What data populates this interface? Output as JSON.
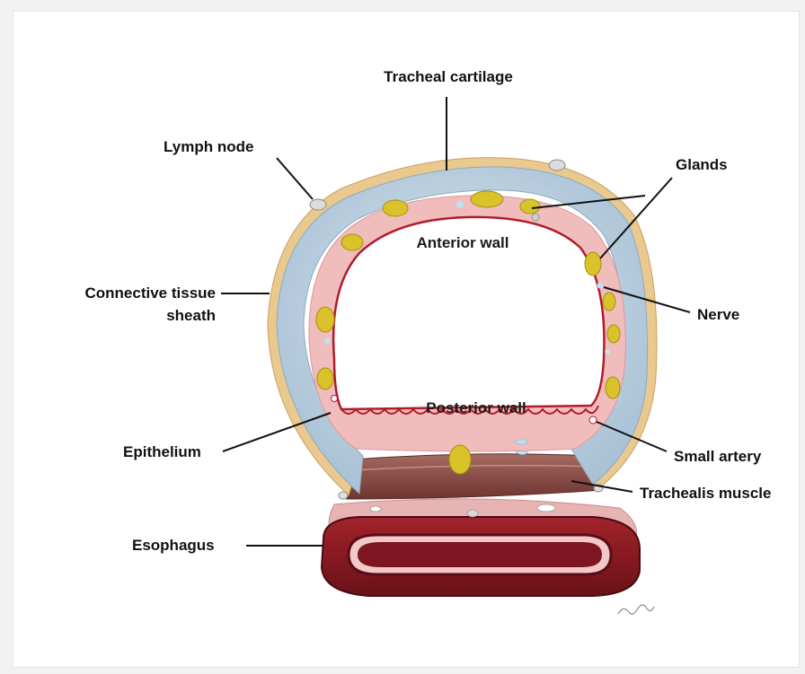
{
  "labels": {
    "tracheal_cartilage": "Tracheal cartilage",
    "lymph_node": "Lymph node",
    "glands": "Glands",
    "connective_tissue_line1": "Connective tissue",
    "connective_tissue_line2": "sheath",
    "nerve": "Nerve",
    "anterior_wall": "Anterior wall",
    "posterior_wall": "Posterior wall",
    "epithelium": "Epithelium",
    "small_artery": "Small artery",
    "trachealis_muscle": "Trachealis muscle",
    "esophagus": "Esophagus"
  },
  "colors": {
    "background": "#f2f2f2",
    "sheath": "#e9c98e",
    "cartilage": "#b9cfe0",
    "mucosa": "#f0bcbc",
    "epithelium_line": "#b01c2a",
    "gland": "#d9c22a",
    "muscle": "#8a4a44",
    "esophagus": "#8b1a22"
  }
}
